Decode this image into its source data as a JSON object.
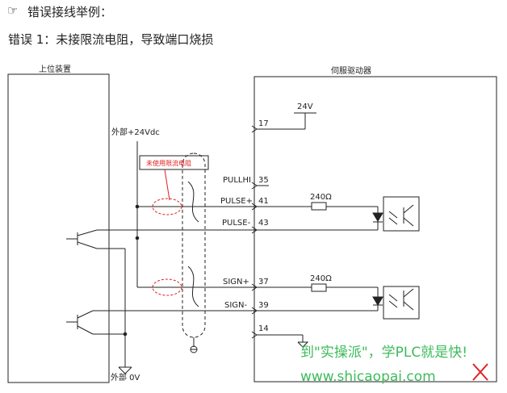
{
  "heading": {
    "icon": "pointing-hand-icon",
    "text": "错误接线举例："
  },
  "subheading": "错误 1：未接限流电阻，导致端口烧损",
  "diagram": {
    "host_label": "上位装置",
    "servo_label": "伺服驱动器",
    "ext_24v": "外部+24Vdc",
    "ext_0v": "外部 0V",
    "note": "未使用限流电阻",
    "v24": "24V",
    "pins": {
      "p17": "17",
      "pullhi": "PULLHI",
      "p35": "35",
      "pulse_plus": "PULSE+",
      "p41": "41",
      "pulse_minus": "PULSE-",
      "p43": "43",
      "sign_plus": "SIGN+",
      "p37": "37",
      "sign_minus": "SIGN-",
      "p39": "39",
      "p14": "14"
    },
    "r1": "240Ω",
    "r2": "240Ω"
  },
  "watermark": {
    "line1": "到\"实操派\"，学PLC就是快!",
    "line2": "www.shicaopai.com",
    "cross_color": "#e02020",
    "text_color": "#3dbb5b"
  }
}
